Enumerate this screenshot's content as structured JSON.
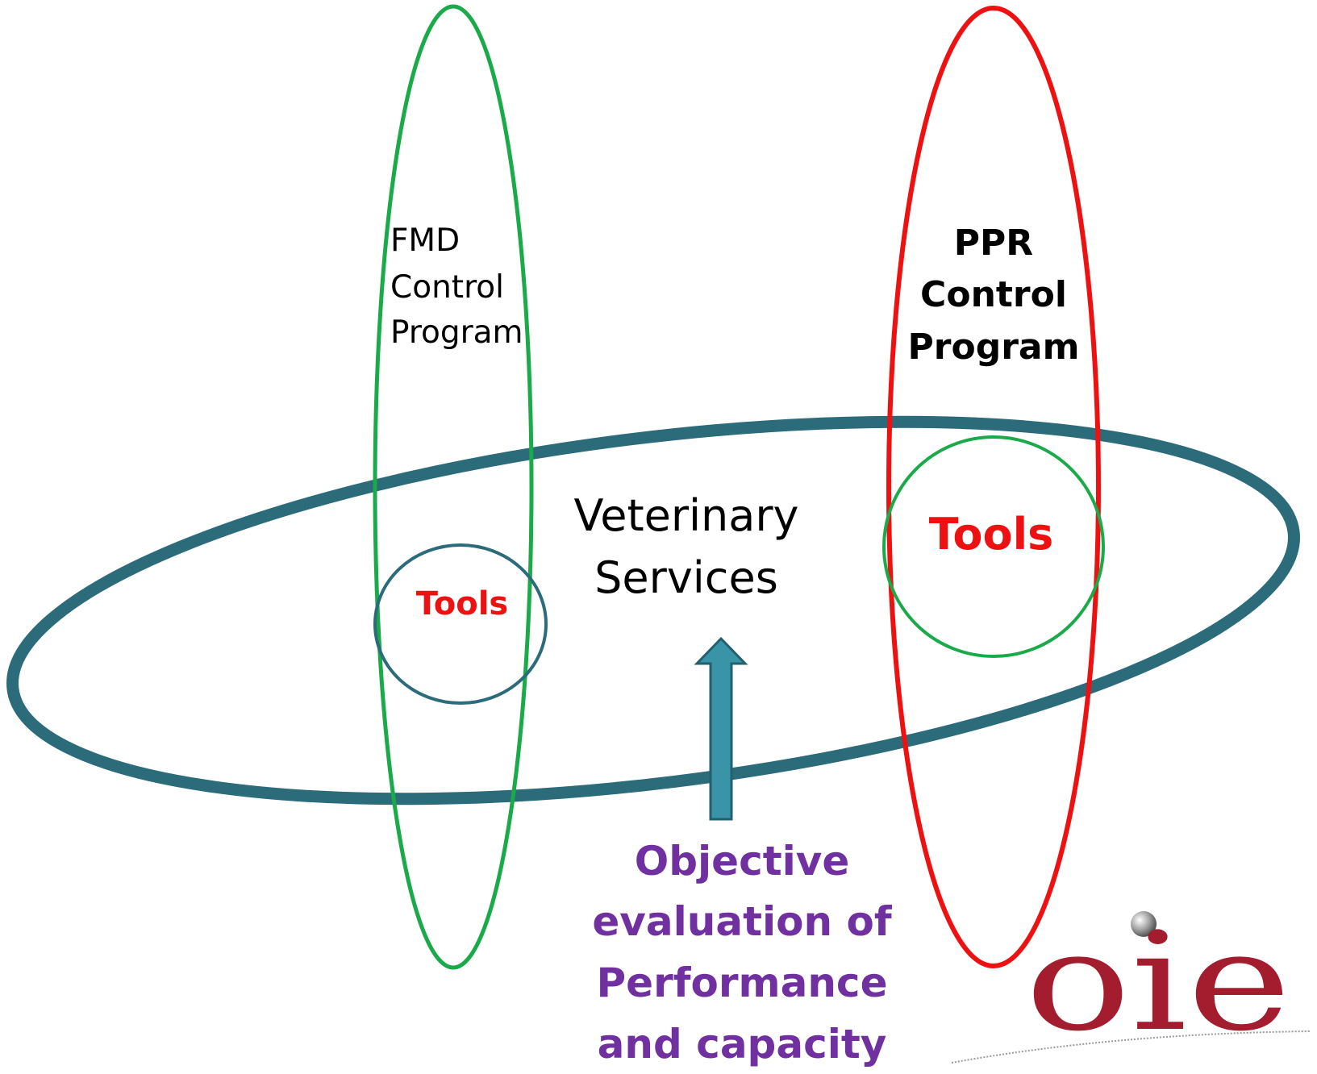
{
  "fmd": {
    "line1": "FMD",
    "line2": "Control",
    "line3": "Program",
    "color": "#1aaa4a"
  },
  "ppr": {
    "line1": "PPR",
    "line2": "Control",
    "line3": "Program",
    "color": "#ee1111"
  },
  "vet": {
    "line1": "Veterinary",
    "line2": "Services",
    "color": "#2b6b7a"
  },
  "tools_left": {
    "label": "Tools",
    "color": "#ee1111"
  },
  "tools_right": {
    "label": "Tools",
    "color": "#ee1111"
  },
  "arrow": {
    "color": "#3a94a8",
    "icon": "up-arrow-icon"
  },
  "objective": {
    "line1": "Objective",
    "line2": "evaluation of",
    "line3": "Performance",
    "line4": "and capacity",
    "color": "#7030a0"
  },
  "logo": {
    "text": "oie",
    "color": "#a31d2e",
    "icon": "globe-icon"
  }
}
